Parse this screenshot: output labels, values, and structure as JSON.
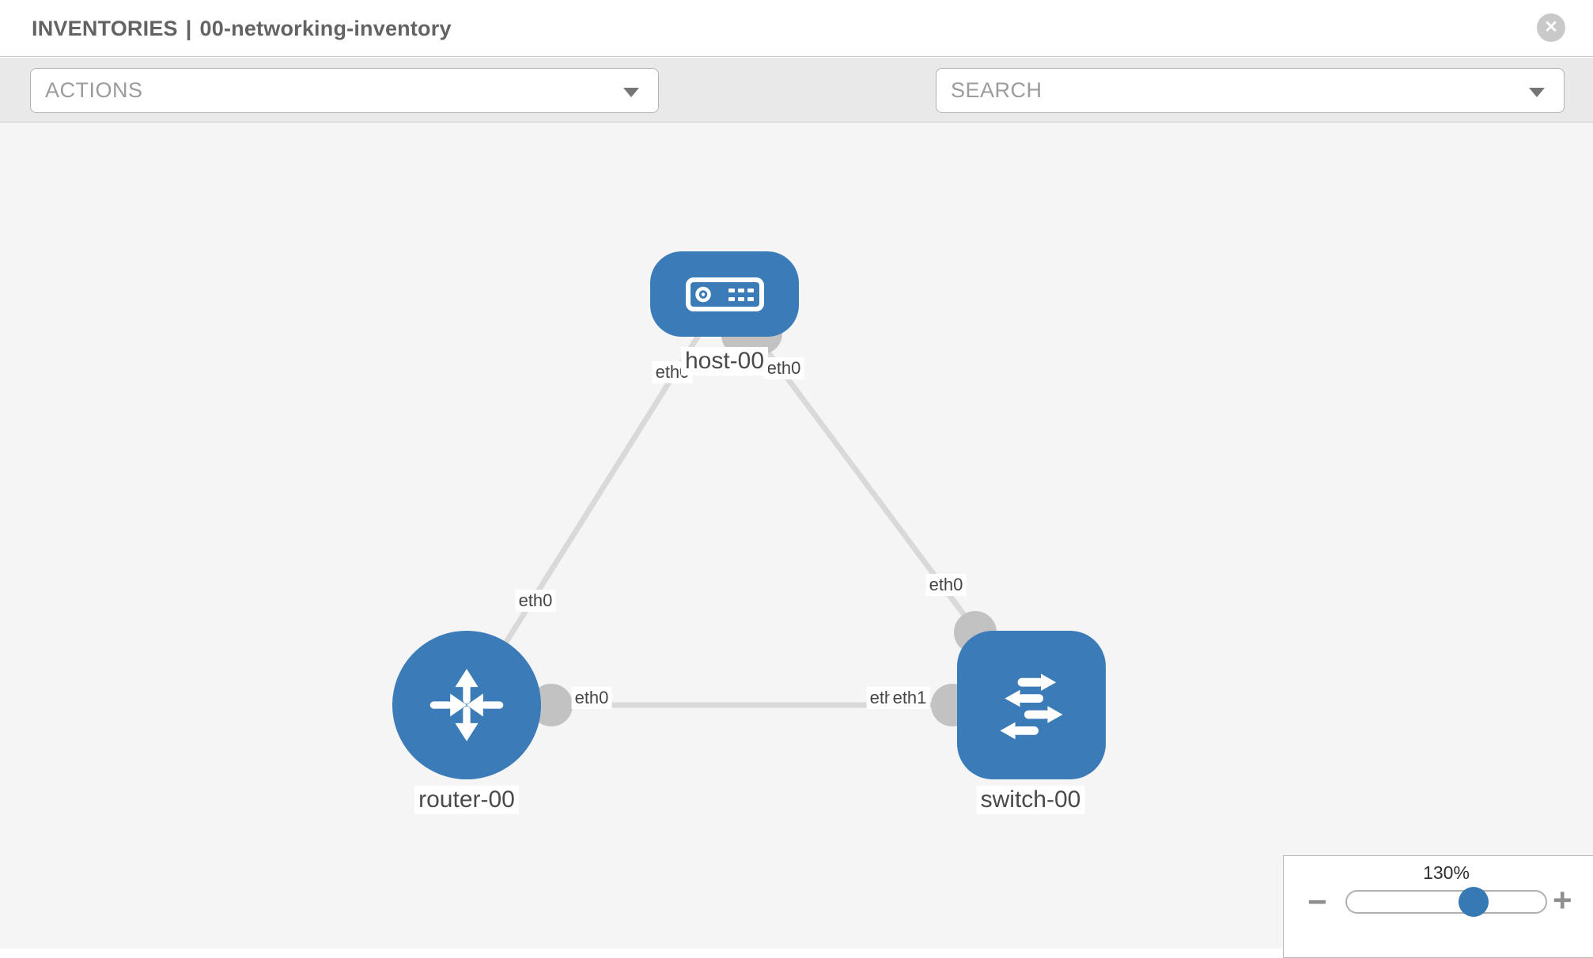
{
  "header": {
    "section": "INVENTORIES",
    "separator": "|",
    "inventory_name": "00-networking-inventory"
  },
  "toolbar": {
    "actions_label": "ACTIONS",
    "search_label": "SEARCH"
  },
  "icons": {
    "close_glyph": "✕",
    "wrench": "wrench-icon",
    "key": "key-icon",
    "zoom_out_glyph": "−",
    "zoom_in_glyph": "+"
  },
  "topology": {
    "nodes": [
      {
        "label": "host-00",
        "type": "host",
        "icon": "server-icon"
      },
      {
        "label": "router-00",
        "type": "router",
        "icon": "router-arrows-icon"
      },
      {
        "label": "switch-00",
        "type": "switch",
        "icon": "switch-arrows-icon"
      }
    ],
    "interfaces": {
      "host_to_router": "eth0",
      "host_to_switch": "eth0",
      "router_to_host": "eth0",
      "switch_to_host": "eth0",
      "router_to_switch": "eth0",
      "switch_eth0_overlapped": "eth0",
      "switch_eth1": "eth1"
    },
    "links": [
      {
        "from": "host-00",
        "to": "router-00"
      },
      {
        "from": "host-00",
        "to": "switch-00"
      },
      {
        "from": "router-00",
        "to": "switch-00"
      }
    ]
  },
  "zoom_control": {
    "level": "130%"
  },
  "colors": {
    "node_blue": "#3B7CB8",
    "link_gray": "#D9D9D9",
    "connector_gray": "#C2C2C2",
    "slider_thumb_blue": "#3779B5",
    "canvas_bg": "#F5F5F5",
    "toolbar_bg": "#E9E9E9"
  }
}
